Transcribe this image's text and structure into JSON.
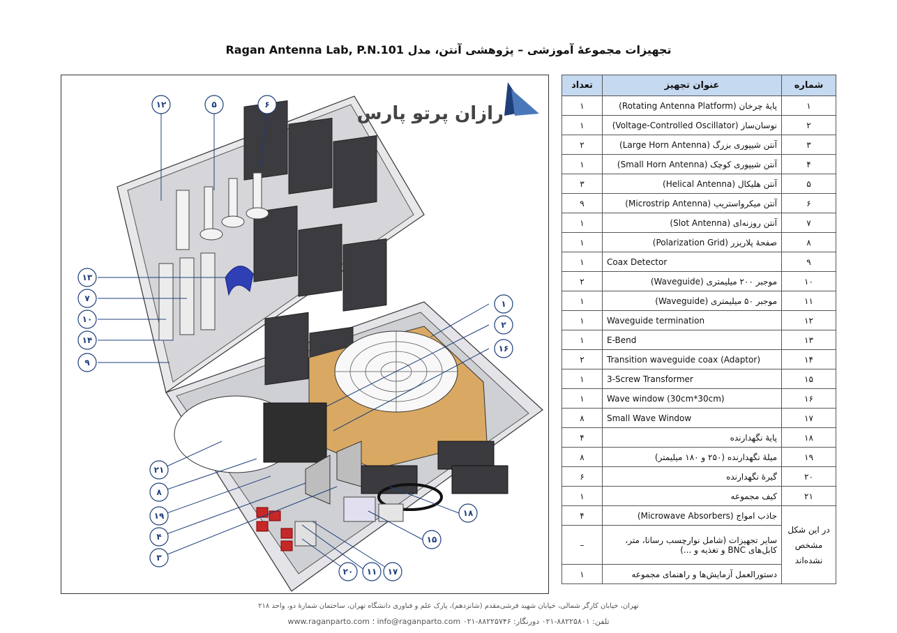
{
  "title": "تجهیزات مجموعهٔ آموزشی – پژوهشی آنتن، مدل Ragan Antenna Lab, P.N.101",
  "logo": {
    "text": "رازان پرتو پارس",
    "color": "#1f3f7a"
  },
  "colors": {
    "header_bg": "#c5d9f0",
    "callout_stroke": "#1f3f7a"
  },
  "figure": {
    "callouts": [
      "۱۲",
      "۵",
      "۶",
      "۱",
      "۲",
      "۱۶",
      "۱۳",
      "۷",
      "۱۰",
      "۱۴",
      "۹",
      "۲۱",
      "۸",
      "۱۹",
      "۴",
      "۳",
      "۱۸",
      "۱۵",
      "۲۰",
      "۱۱",
      "۱۷"
    ]
  },
  "table": {
    "headers": {
      "number": "شماره",
      "name": "عنوان تجهیز",
      "count": "تعداد"
    },
    "rows": [
      {
        "number": "۱",
        "name": "پایهٔ چرخان (Rotating Antenna Platform)",
        "count": "۱"
      },
      {
        "number": "۲",
        "name": "نوسان‌ساز (Voltage-Controlled Oscillator)",
        "count": "۱"
      },
      {
        "number": "۳",
        "name": "آنتن شیپوری بزرگ (Large Horn Antenna)",
        "count": "۲"
      },
      {
        "number": "۴",
        "name": "آنتن شیپوری کوچک (Small Horn Antenna)",
        "count": "۱"
      },
      {
        "number": "۵",
        "name": "آنتن هلیکال (Helical Antenna)",
        "count": "۳"
      },
      {
        "number": "۶",
        "name": "آنتن میکرواستریپ (Microstrip Antenna)",
        "count": "۹"
      },
      {
        "number": "۷",
        "name": "آنتن روزنه‌ای (Slot Antenna)",
        "count": "۱"
      },
      {
        "number": "۸",
        "name": "صفحهٔ پلاریزر (Polarization Grid)",
        "count": "۱"
      },
      {
        "number": "۹",
        "name": "Coax Detector",
        "count": "۱"
      },
      {
        "number": "۱۰",
        "name": "موجبر ۲۰۰ میلیمتری (Waveguide)",
        "count": "۲"
      },
      {
        "number": "۱۱",
        "name": "موجبر ۵۰ میلیمتری (Waveguide)",
        "count": "۱"
      },
      {
        "number": "۱۲",
        "name": "Waveguide termination",
        "count": "۱"
      },
      {
        "number": "۱۳",
        "name": "E-Bend",
        "count": "۱"
      },
      {
        "number": "۱۴",
        "name": "Transition waveguide coax (Adaptor)",
        "count": "۲"
      },
      {
        "number": "۱۵",
        "name": "3-Screw Transformer",
        "count": "۱"
      },
      {
        "number": "۱۶",
        "name": "Wave window (30cm*30cm)",
        "count": "۱"
      },
      {
        "number": "۱۷",
        "name": "Small Wave Window",
        "count": "۸"
      },
      {
        "number": "۱۸",
        "name": "پایهٔ نگهدارنده",
        "count": "۴"
      },
      {
        "number": "۱۹",
        "name": "میلهٔ نگهدارنده (۲۵۰ و ۱۸۰ میلیمتر)",
        "count": "۸"
      },
      {
        "number": "۲۰",
        "name": "گیرهٔ نگهدارنده",
        "count": "۶"
      },
      {
        "number": "۲۱",
        "name": "کیف مجموعه",
        "count": "۱"
      }
    ],
    "extra_rows": [
      {
        "name": "جاذب امواج (Microwave Absorbers)",
        "count": "۴"
      },
      {
        "name": "سایر تجهیزات (شامل نوارچسب رسانا، متر، کابل‌های BNC و تغذیه و ...)",
        "count": "–"
      },
      {
        "name": "دستورالعمل آزمایش‌ها و راهنمای مجموعه",
        "count": "۱"
      }
    ],
    "note": "در این شکل مشخص نشده‌اند"
  },
  "footer": {
    "address": "تهران، خیابان کارگر شمالی، خیابان شهید فرشی‌مقدم (شانزدهم)، پارک علم و فناوری دانشگاه تهران، ساختمان شمارهٔ دو، واحد ۲۱۸",
    "contact": "تلفن: ۸۸۲۲۵۸۰۱-۰۲۱ دورنگار: ۸۸۲۲۵۷۴۶-۰۲۱ info@raganparto.com ؛ www.raganparto.com"
  }
}
